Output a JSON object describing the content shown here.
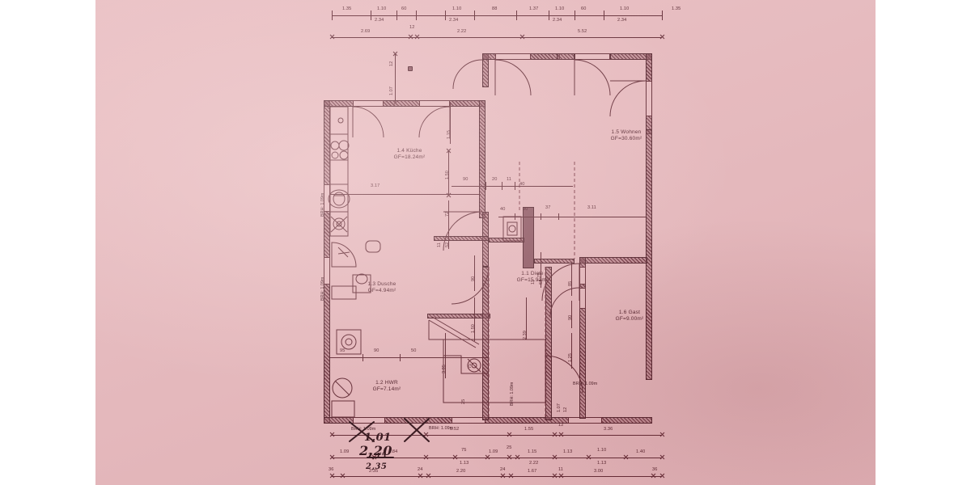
{
  "document": {
    "type": "architectural-floor-plan",
    "language": "de",
    "medium": "photograph of printed plan on pink-tinted paper",
    "background_color": "#e8bcc0",
    "ink_color": "#4e1e27"
  },
  "rooms": [
    {
      "id": "1.1",
      "name": "Diele",
      "area_label": "GF=15.92m²"
    },
    {
      "id": "1.2",
      "name": "HWR",
      "area_label": "GF=7.14m²"
    },
    {
      "id": "1.3",
      "name": "Dusche",
      "area_label": "GF=4.94m²"
    },
    {
      "id": "1.4",
      "name": "Küche",
      "area_label": "GF=18.24m²"
    },
    {
      "id": "1.5",
      "name": "Wohnen",
      "area_label": "GF=30.60m²"
    },
    {
      "id": "1.6",
      "name": "Gast",
      "area_label": "GF=9.00m²"
    }
  ],
  "dimension_chains": {
    "top_row1": [
      "1.35",
      "1.10",
      "60",
      "1.10",
      "88",
      "1.37",
      "1.10",
      "60",
      "1.10",
      "1.35"
    ],
    "top_row1_sub": [
      "2.34",
      "2.34",
      "2.34",
      "2.34"
    ],
    "top_row2": [
      "2.69",
      "12",
      "2.22",
      "5.52"
    ],
    "bottom_row1": [
      "5.52",
      "1.55",
      "12",
      "3.36"
    ],
    "bottom_row2": [
      "1.09",
      "1.84",
      "75",
      "1.09",
      "25",
      "1.15",
      "1.13",
      "1.10",
      "1.40"
    ],
    "bottom_row2_sub": [
      "1.13",
      "2.22",
      "1.13"
    ],
    "bottom_row3": [
      "36",
      "2.35",
      "24",
      "2.20",
      "24",
      "1.67",
      "11",
      "3.00",
      "36"
    ]
  },
  "interior_dimensions": {
    "kitchen_width": "3.17",
    "kitchen_depth": "1.50",
    "hall_chain": [
      "90",
      "20",
      "11",
      "40"
    ],
    "hall_door": [
      "72",
      "52",
      "11"
    ],
    "living_chain": [
      "40",
      "90",
      "37",
      "3.11"
    ],
    "hall_vert": [
      "1.75",
      "1.50",
      "3.85",
      "75",
      "25"
    ],
    "gast_vert": [
      "85",
      "90",
      "1.25"
    ],
    "gast_door": [
      "11",
      "61",
      "2.39"
    ],
    "bath_chain": [
      "95",
      "90",
      "50"
    ],
    "top_left_vert": [
      "12",
      "1.07"
    ],
    "door_vert": [
      "1.15"
    ],
    "right_vert": [
      "12",
      "1.07"
    ]
  },
  "annotations": {
    "brh_label": "BRH: 1.09m",
    "brh_count": 6,
    "handwriting": [
      "1,01",
      "2,20",
      "1,15",
      "2,35"
    ]
  }
}
